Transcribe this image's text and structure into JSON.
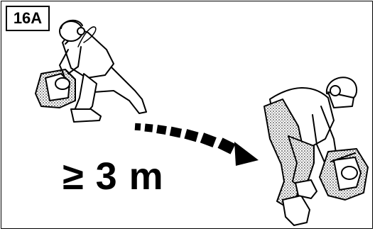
{
  "figure": {
    "label": "16A",
    "distance": "≥ 3 m"
  },
  "icons": {
    "person_kneeling": "person-kneeling-starting-saw",
    "person_walking": "person-carrying-saw",
    "arrow": "dashed-curved-arrow"
  },
  "colors": {
    "line": "#000000",
    "background": "#ffffff"
  }
}
